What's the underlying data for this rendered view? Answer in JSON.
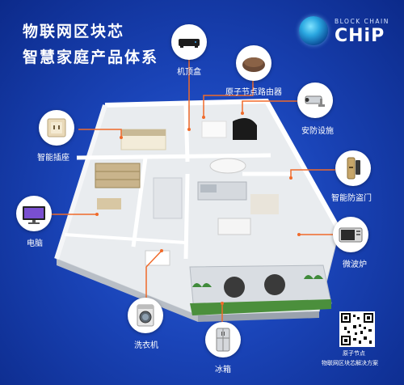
{
  "title": {
    "line1": "物联网区块芯",
    "line2": "智慧家庭产品体系"
  },
  "logo": {
    "top_text": "BLOCK CHAIN",
    "main_text": "CHiP"
  },
  "devices": {
    "set_top_box": "机顶盒",
    "router": "原子节点路由器",
    "security": "安防设施",
    "smart_socket": "智能插座",
    "anti_theft_door": "智能防盗门",
    "computer": "电脑",
    "microwave": "微波炉",
    "washing_machine": "洗衣机",
    "refrigerator": "冰箱"
  },
  "qr": {
    "caption_line1": "原子节点",
    "caption_line2": "物联网区块芯解决方案"
  },
  "colors": {
    "background": "#1a44b8",
    "connector": "#f06a2a",
    "text": "#ffffff"
  },
  "icons": {
    "set_top_box": "set-top-box-icon",
    "router": "router-icon",
    "security": "security-camera-icon",
    "smart_socket": "smart-socket-icon",
    "anti_theft_door": "smart-lock-icon",
    "computer": "monitor-icon",
    "microwave": "microwave-icon",
    "washing_machine": "washing-machine-icon",
    "refrigerator": "refrigerator-icon"
  }
}
